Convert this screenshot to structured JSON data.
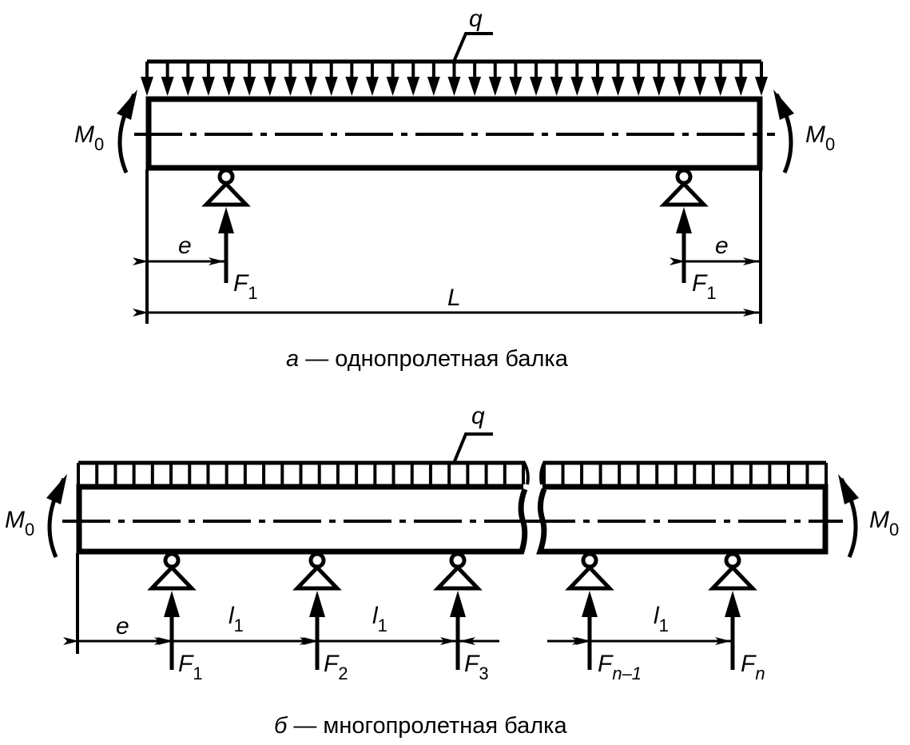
{
  "diagram_a": {
    "caption_letter": "а",
    "caption_text": " — однопролетная балка",
    "load_label": "q",
    "moment_label": "M",
    "moment_sub": "0",
    "force_label": "F",
    "force_sub": "1",
    "offset_label": "e",
    "length_label": "L",
    "support_count": 2
  },
  "diagram_b": {
    "caption_letter": "б",
    "caption_text": " — многопролетная балка",
    "load_label": "q",
    "moment_label": "M",
    "moment_sub": "0",
    "offset_label": "e",
    "span_label": "l",
    "span_sub": "1",
    "forces": [
      {
        "label": "F",
        "sub": "1"
      },
      {
        "label": "F",
        "sub": "2"
      },
      {
        "label": "F",
        "sub": "3"
      },
      {
        "label": "F",
        "sub": "n–1"
      },
      {
        "label": "F",
        "sub": "n"
      }
    ]
  }
}
